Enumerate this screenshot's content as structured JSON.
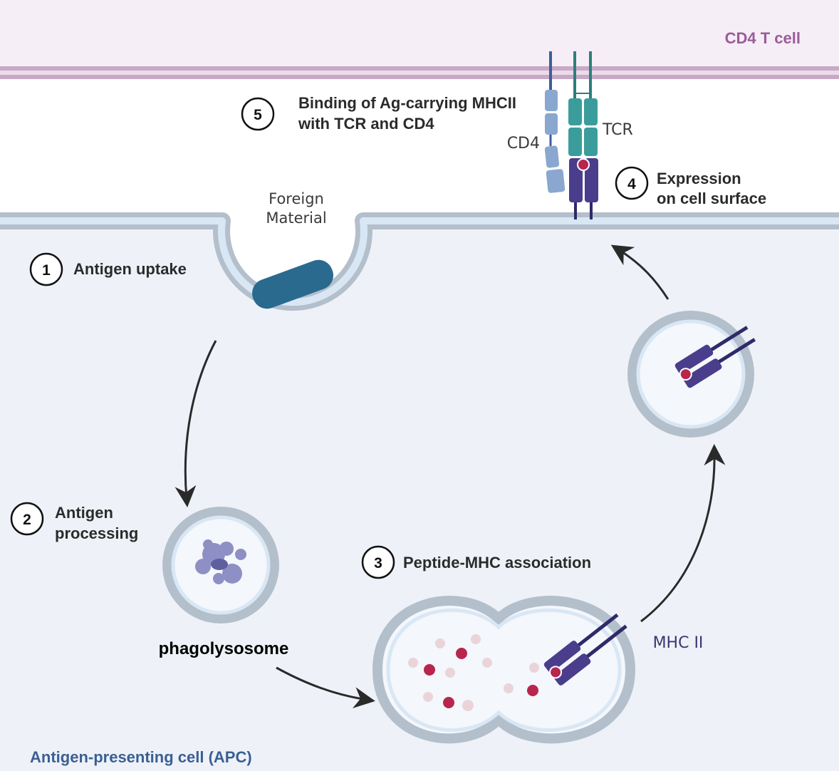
{
  "cells": {
    "t_cell_label": "CD4 T cell",
    "apc_label": "Antigen-presenting cell (APC)"
  },
  "steps": [
    {
      "number": "1",
      "lines": [
        "Antigen uptake"
      ]
    },
    {
      "number": "2",
      "lines": [
        "Antigen",
        "processing"
      ]
    },
    {
      "number": "3",
      "lines": [
        "Peptide-MHC association"
      ]
    },
    {
      "number": "4",
      "lines": [
        "Expression",
        "on cell surface"
      ]
    },
    {
      "number": "5",
      "lines": [
        "Binding of Ag-carrying MHCII",
        "with TCR and CD4"
      ]
    }
  ],
  "labels": {
    "foreign_material": [
      "Foreign",
      "Material"
    ],
    "phagolysosome": "phagolysosome",
    "mhc": "MHC II",
    "tcr": "TCR",
    "cd4": "CD4"
  },
  "colors": {
    "t_cell_fill": "#f6eef6",
    "t_cell_membrane": "#c9a8c6",
    "t_cell_text": "#9a5c9a",
    "apc_fill": "#eef2f8",
    "apc_membrane_outer": "#b4bfcc",
    "apc_membrane_inner": "#d9e7f5",
    "apc_text": "#3b5f93",
    "antigen": "#2a6a8f",
    "mhc": "#4a3d8c",
    "tcr": "#3a9d9c",
    "cd4": "#8aa8cf",
    "peptide": "#b8254d"
  }
}
